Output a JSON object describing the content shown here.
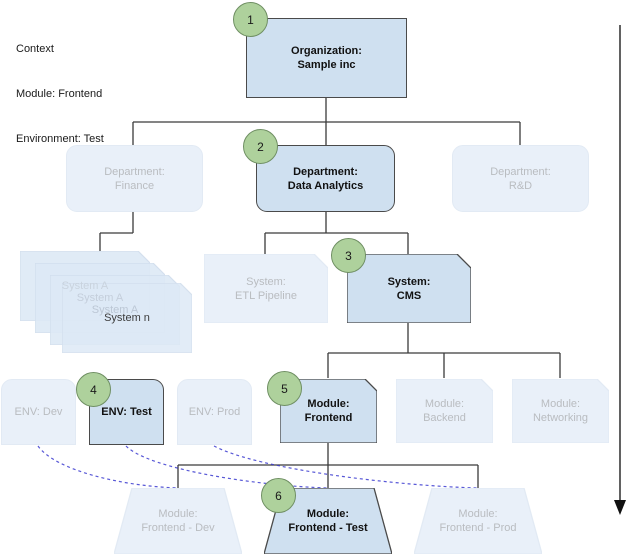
{
  "context": {
    "title": "Context",
    "lines": [
      "Context",
      "Module: Frontend",
      "Environment: Test"
    ]
  },
  "colors": {
    "active_fill": "#cfe0f0",
    "active_stroke": "#4a4a4a",
    "dim_fill": "#e9f0f9",
    "dim_stroke": "#e2eaf4",
    "dim_text": "#b9bcc0",
    "badge_fill": "#aed19c",
    "badge_stroke": "#6f8f63",
    "edge": "#3a3a3a",
    "dashed_edge": "#3b3bd0"
  },
  "badges": [
    {
      "number": "1"
    },
    {
      "number": "2"
    },
    {
      "number": "3"
    },
    {
      "number": "4"
    },
    {
      "number": "5"
    },
    {
      "number": "6"
    }
  ],
  "levels": {
    "organization": {
      "nodes": [
        {
          "label": "Organization:\nSample inc",
          "state": "active",
          "badge": "1"
        }
      ]
    },
    "department": {
      "nodes": [
        {
          "label": "Department:\nFinance",
          "state": "dim"
        },
        {
          "label": "Department:\nData Analytics",
          "state": "active",
          "badge": "2"
        },
        {
          "label": "Department:\nR&D",
          "state": "dim"
        }
      ]
    },
    "system": {
      "stack": {
        "labels": [
          "System A",
          "System A",
          "System A",
          "System n"
        ],
        "state": "dim"
      },
      "nodes": [
        {
          "label": "System:\nETL Pipeline",
          "state": "dim"
        },
        {
          "label": "System:\nCMS",
          "state": "active",
          "badge": "3"
        }
      ]
    },
    "environment": {
      "nodes": [
        {
          "label": "ENV: Dev",
          "state": "dim"
        },
        {
          "label": "ENV: Test",
          "state": "active",
          "badge": "4"
        },
        {
          "label": "ENV: Prod",
          "state": "dim"
        }
      ]
    },
    "module": {
      "nodes": [
        {
          "label": "Module:\nFrontend",
          "state": "active",
          "badge": "5"
        },
        {
          "label": "Module:\nBackend",
          "state": "dim"
        },
        {
          "label": "Module:\nNetworking",
          "state": "dim"
        }
      ]
    },
    "deployment": {
      "nodes": [
        {
          "label": "Module:\nFrontend - Dev",
          "state": "dim"
        },
        {
          "label": "Module:\nFrontend - Test",
          "state": "active",
          "badge": "6"
        },
        {
          "label": "Module:\nFrontend - Prod",
          "state": "dim"
        }
      ]
    }
  },
  "flow_arrow": {
    "direction": "down",
    "label": ""
  }
}
